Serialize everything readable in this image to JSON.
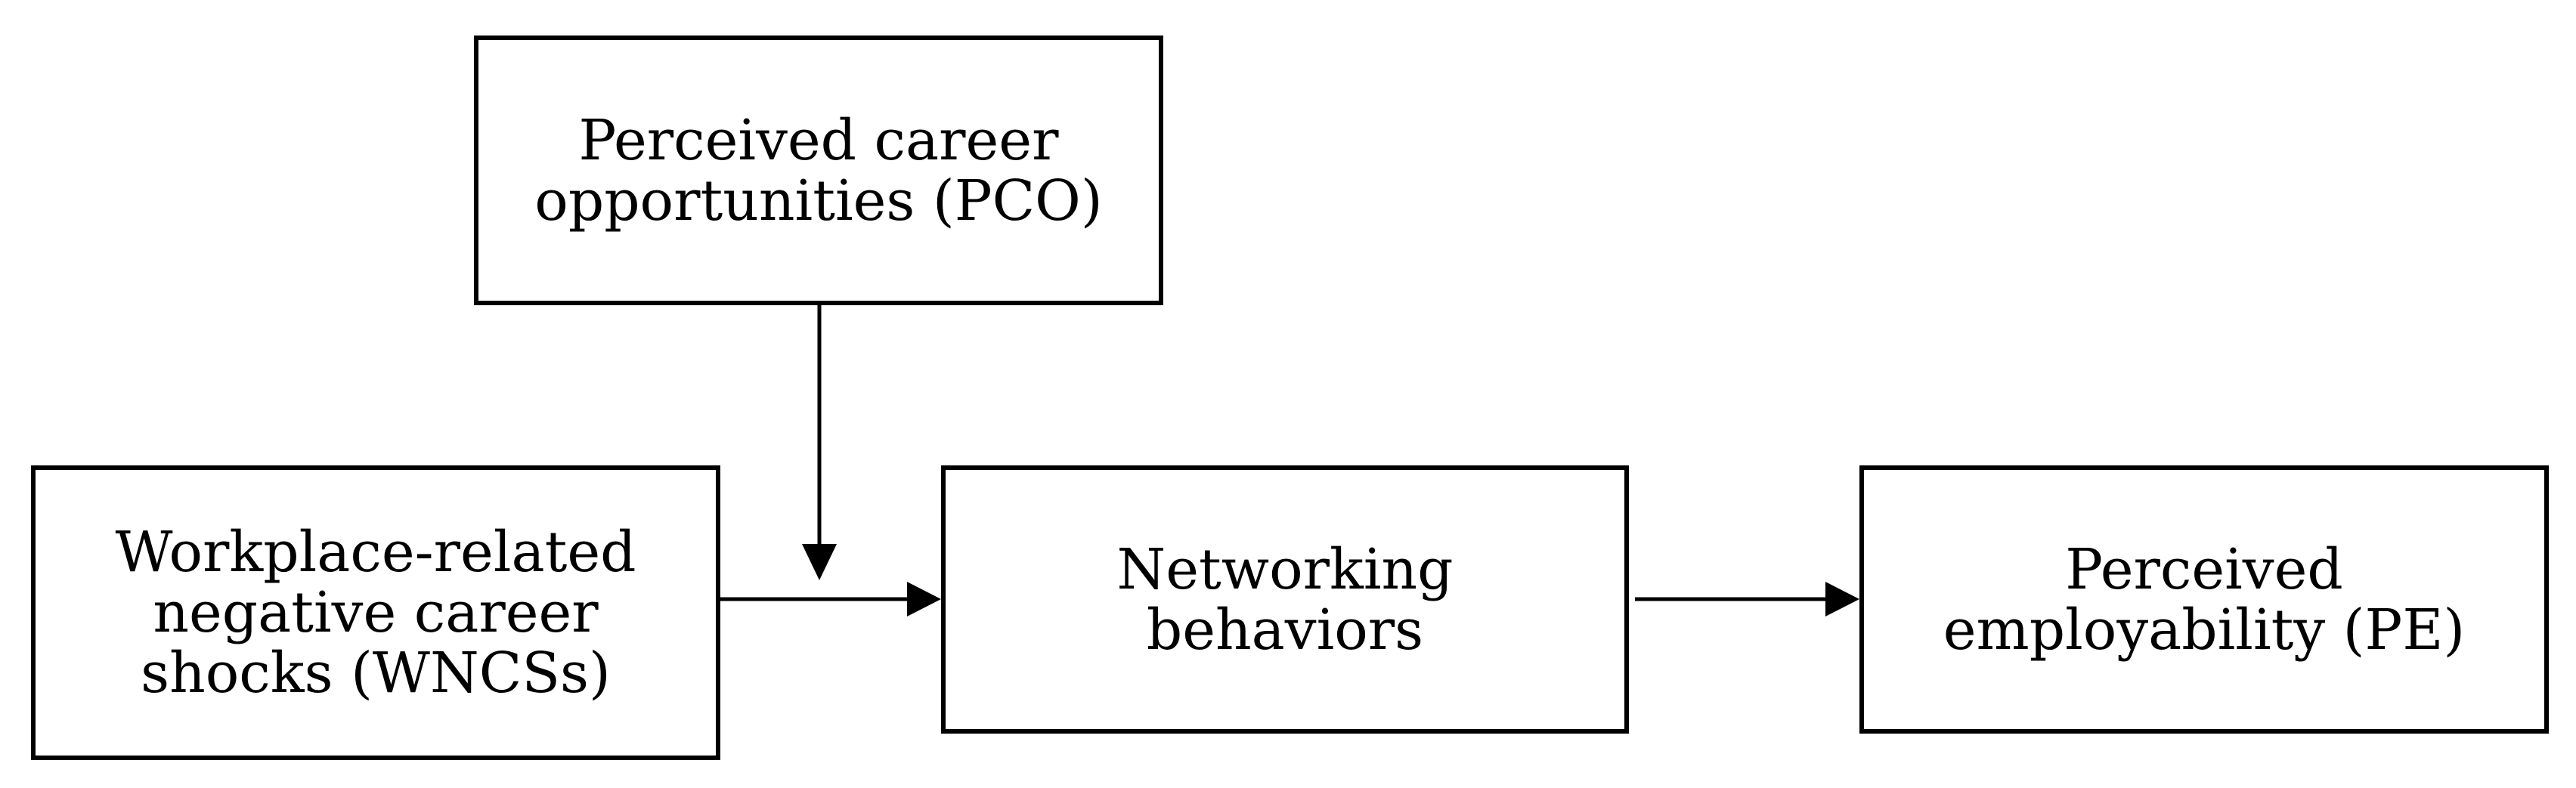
{
  "nodes": {
    "pco": {
      "lines": [
        "Perceived career",
        "opportunities (PCO)"
      ]
    },
    "wncs": {
      "lines": [
        "Workplace-related",
        "negative career",
        "shocks (WNCSs)"
      ]
    },
    "networking": {
      "lines": [
        "Networking",
        "behaviors"
      ]
    },
    "pe": {
      "lines": [
        "Perceived",
        "employability (PE)"
      ]
    }
  },
  "edges": [
    {
      "from": "wncs",
      "to": "networking"
    },
    {
      "from": "networking",
      "to": "pe"
    },
    {
      "from": "pco",
      "to": "wncs-networking-path"
    }
  ],
  "colors": {
    "stroke": "#000000",
    "background": "#ffffff"
  }
}
